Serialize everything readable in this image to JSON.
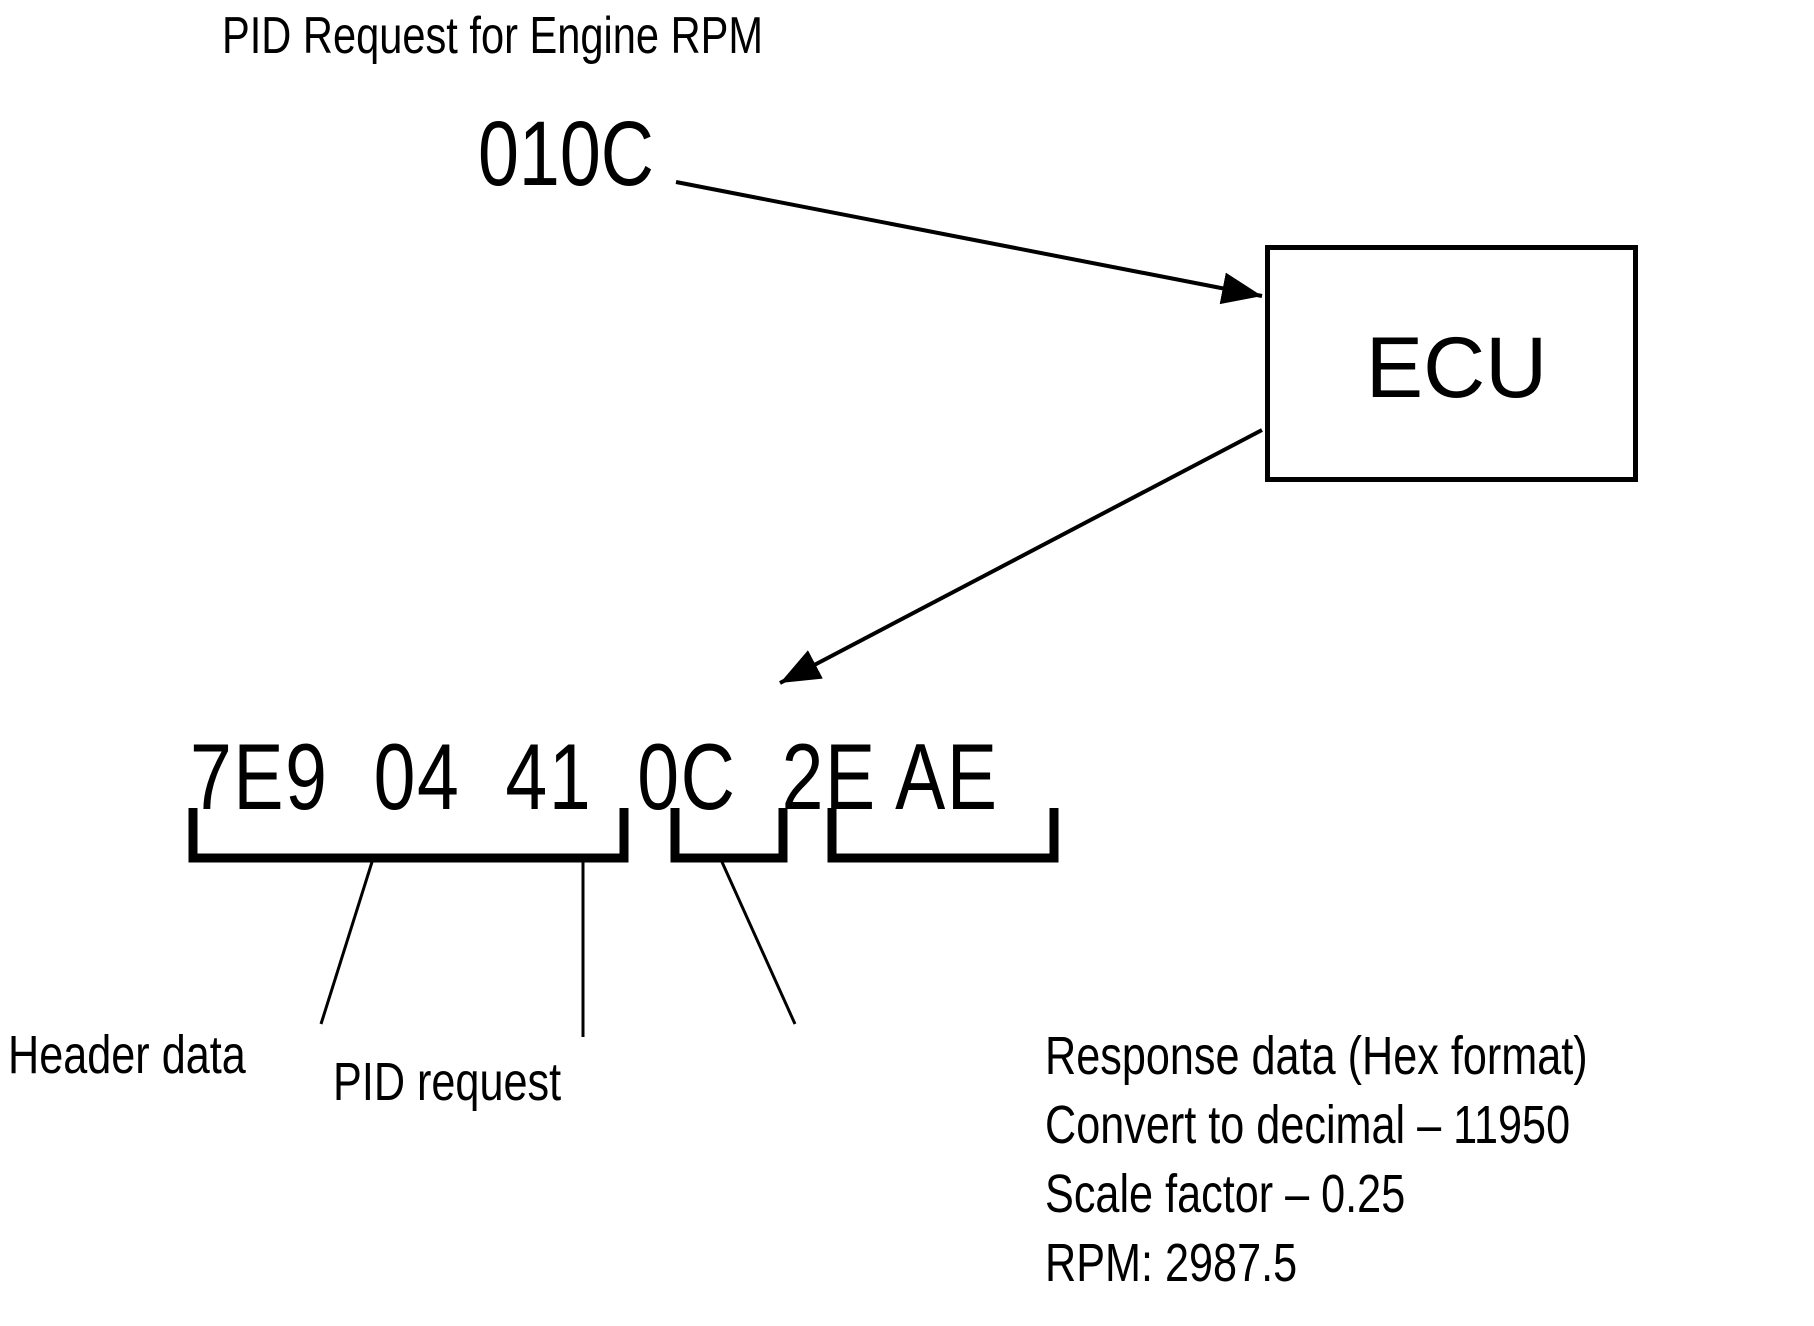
{
  "diagram": {
    "title": "PID Request for Engine RPM",
    "request_code": "010C",
    "ecu_label": "ECU",
    "response_frame": "7E9  04  41  0C  2E AE",
    "labels": {
      "header_data": "Header data",
      "pid_request": "PID request"
    },
    "response_notes": {
      "line1": "Response data (Hex format)",
      "line2": "Convert to decimal – 11950",
      "line3": "Scale factor – 0.25",
      "line4": "RPM: 2987.5"
    }
  },
  "frame_groups": [
    {
      "name": "header",
      "bytes": "7E9 04 41",
      "label": "Header data"
    },
    {
      "name": "pid",
      "bytes": "0C",
      "label": "PID request"
    },
    {
      "name": "response",
      "bytes": "2E AE",
      "label": "Response data (Hex format)"
    }
  ],
  "values": {
    "hex_response": "2EAE",
    "decimal": "11950",
    "scale_factor": "0.25",
    "rpm": "2987.5"
  },
  "colors": {
    "stroke": "#000000",
    "background": "#ffffff",
    "text": "#000000"
  }
}
